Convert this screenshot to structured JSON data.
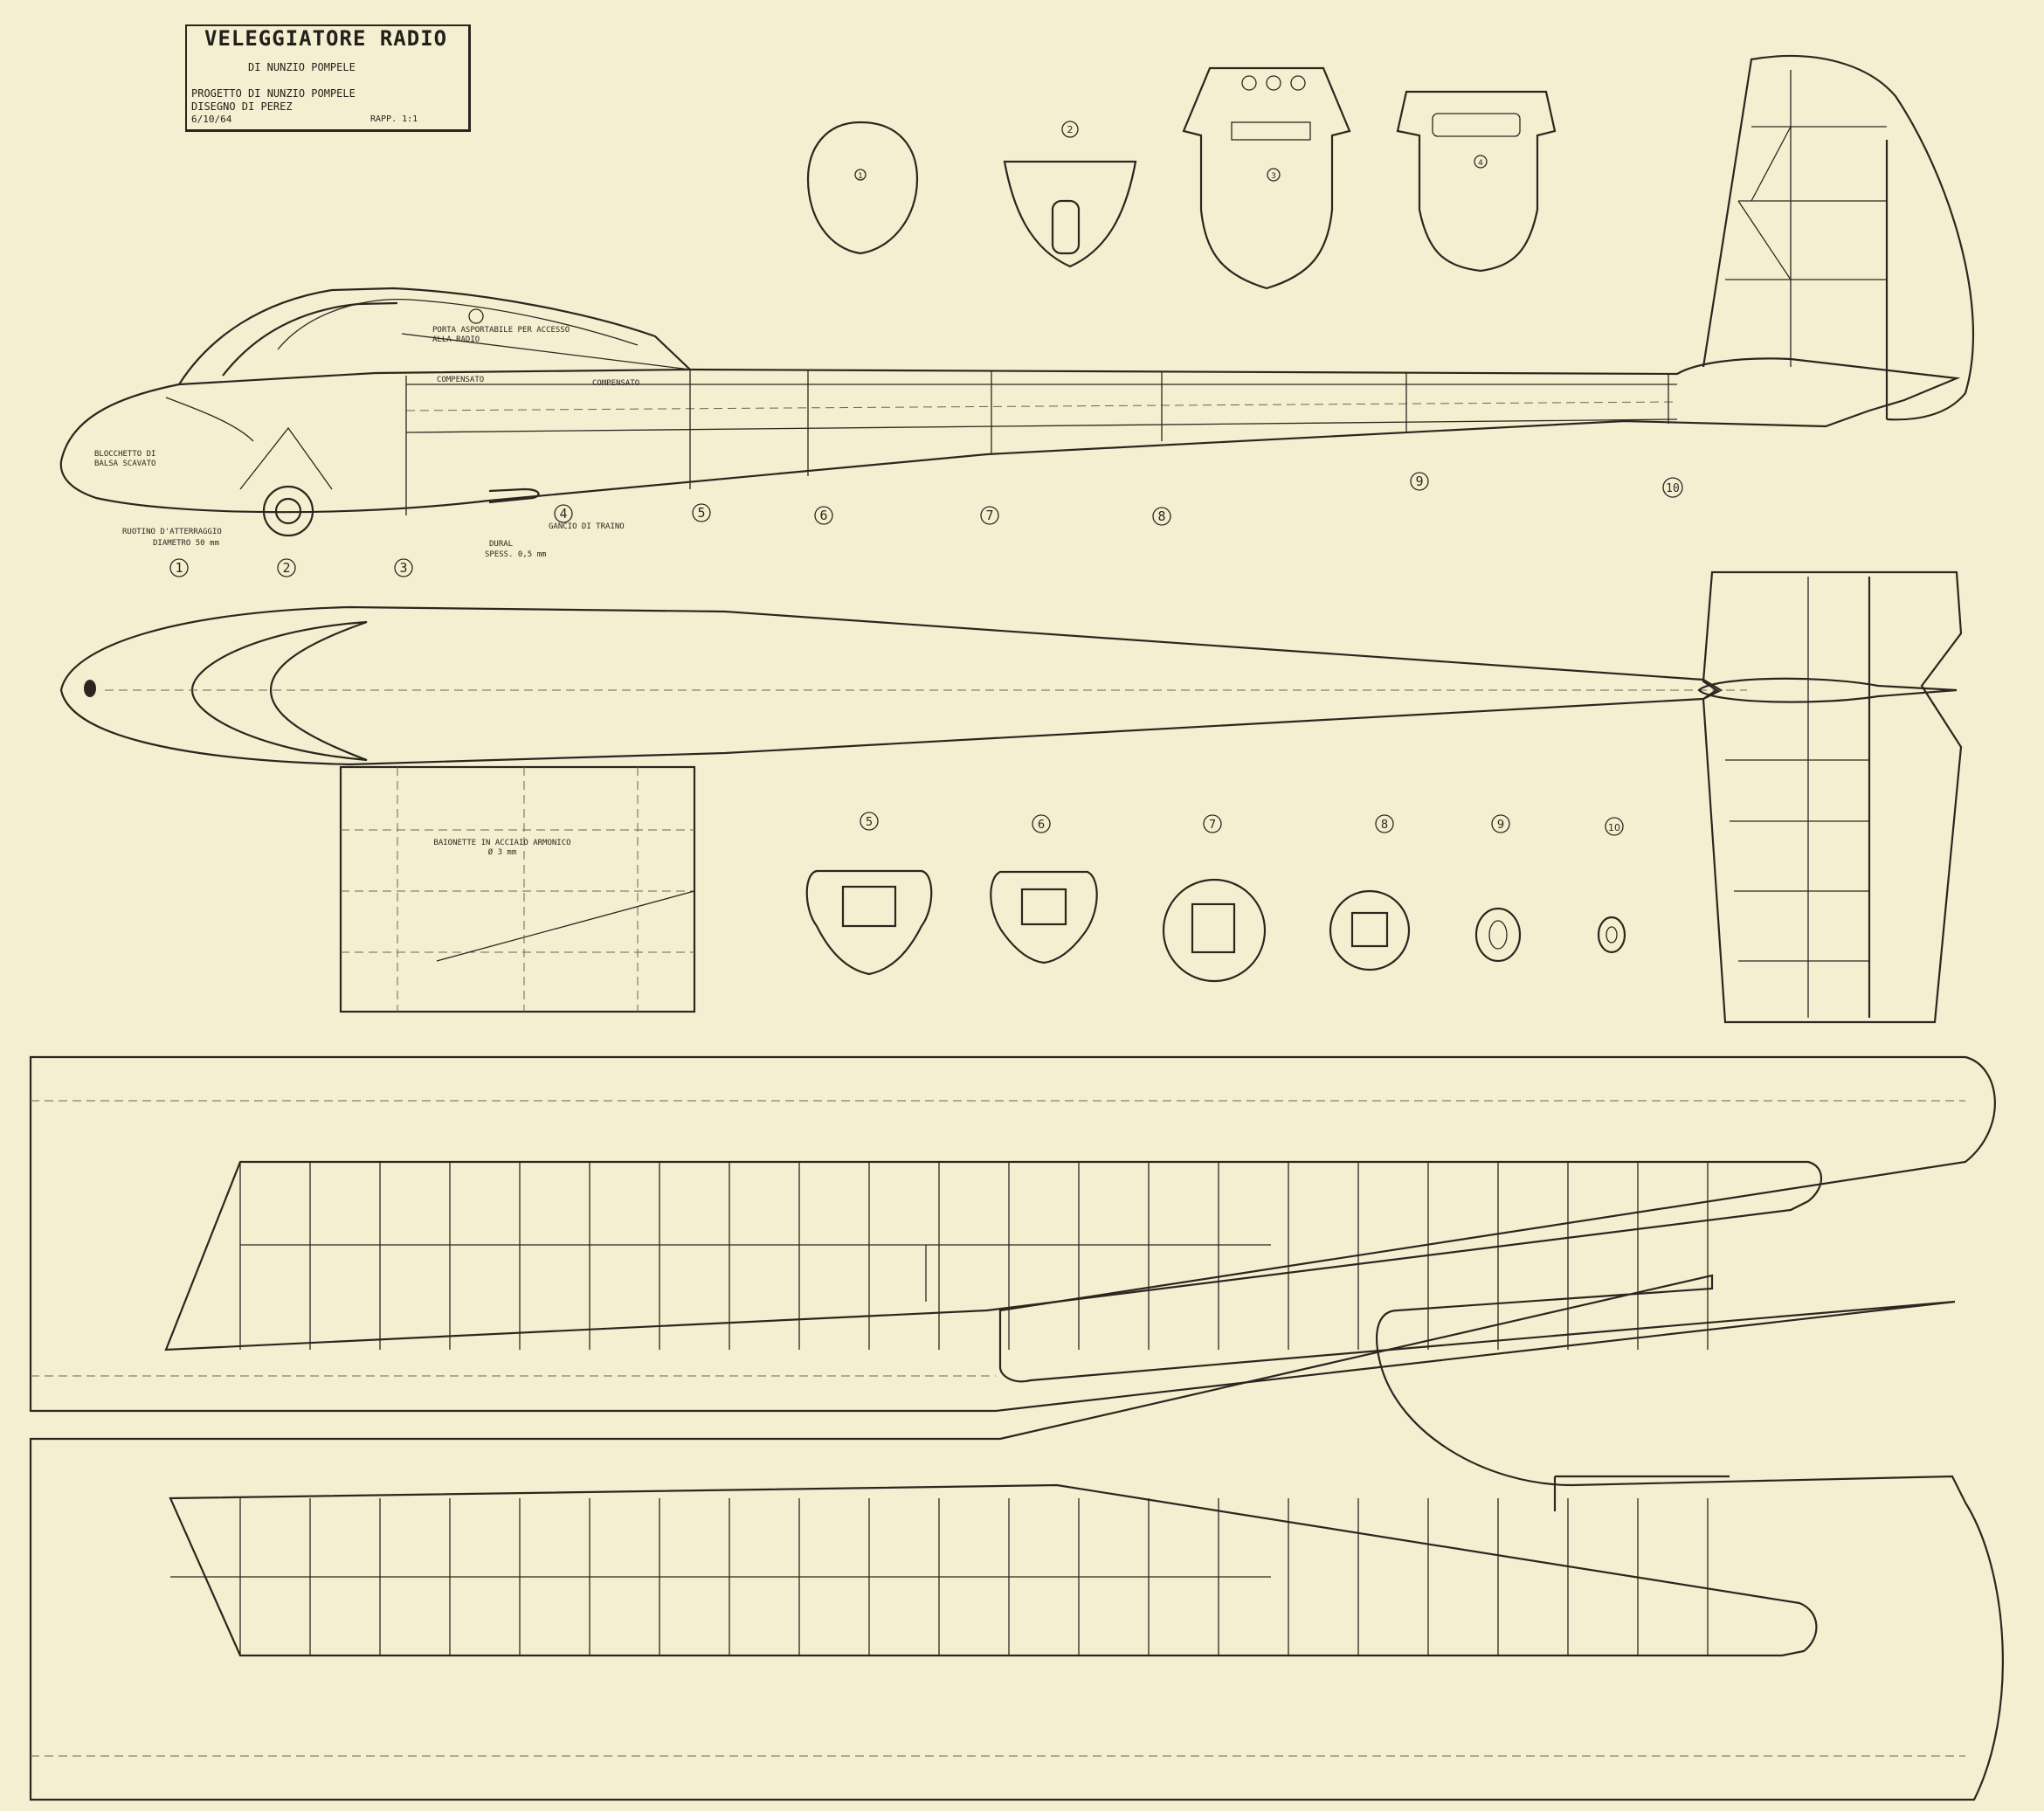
{
  "title_block": {
    "title": "VELEGGIATORE RADIO",
    "subtitle": "DI NUNZIO POMPELE",
    "design": "PROGETTO DI NUNZIO POMPELE",
    "drawing": "DISEGNO DI PEREZ",
    "date": "6/10/64",
    "scale": "RAPP. 1:1"
  },
  "labels": {
    "nose_block": "BLOCCHETTO DI BALSA SCAVATO",
    "wheel": "RUOTINO D'ATTERRAGGIO",
    "wheel_dia": "DIAMETRO 50 mm",
    "radio_hatch": "PORTA ASPORTABILE PER ACCESSO ALLA RADIO",
    "plywood_1": "COMPENSATO",
    "plywood_2": "COMPENSATO",
    "tow_hook": "GANCIO DI TRAINO",
    "dural": "DURAL",
    "dural_thk": "SPESS. 0,5 mm",
    "bayonet": "BAIONETTE IN ACCIAIO ARMONICO Ø 3 mm"
  },
  "section_numbers": {
    "side": [
      "1",
      "2",
      "3",
      "4",
      "5",
      "6",
      "7",
      "8",
      "9",
      "10"
    ],
    "fore": [
      "1",
      "2",
      "3",
      "4"
    ],
    "aft": [
      "5",
      "6",
      "7",
      "8",
      "9",
      "10"
    ]
  },
  "colors": {
    "paper": "#f4efd0",
    "ink": "#2b2720",
    "dim": "#7a7263"
  }
}
